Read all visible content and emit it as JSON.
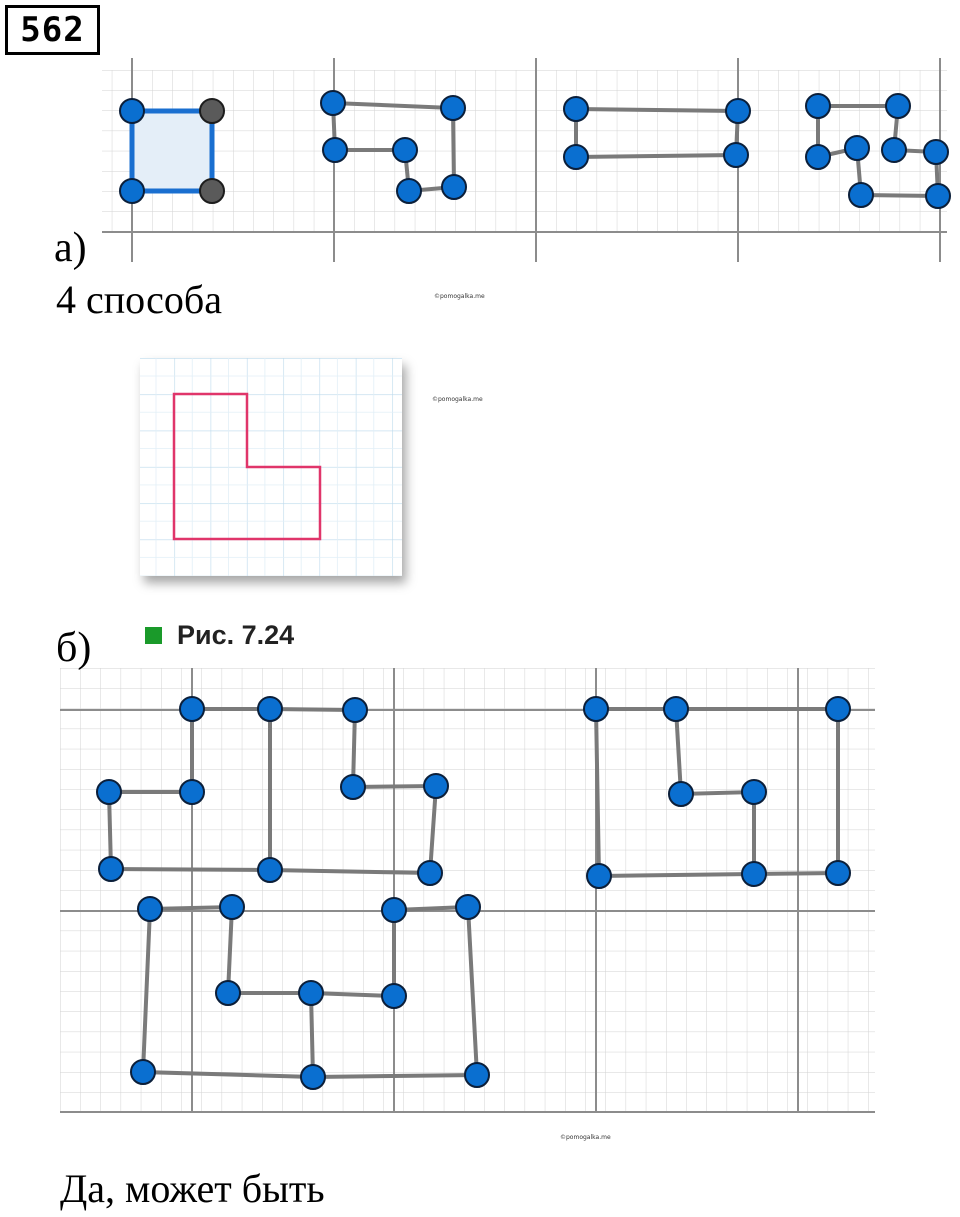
{
  "task_number": "562",
  "part_a": {
    "label": "а)",
    "answer": "4 способа"
  },
  "part_b": {
    "label": "б)",
    "answer": "Да, может быть"
  },
  "figure": {
    "caption": "Рис. 7.24",
    "outline_color": "#e0356a",
    "grid_color": "#bcd9ec",
    "marker_color": "#1a9a2a"
  },
  "watermarks": [
    "©pomogalka.me",
    "©pomogalka.me",
    "©pomogalka.me"
  ],
  "colors": {
    "vertex_fill": "#0a6fd0",
    "vertex_gray": "#5a5a5a",
    "segment": "#7a7a7a",
    "highlight_square_fill": "#e4eef8",
    "highlight_square_stroke": "#1a6fd0"
  }
}
